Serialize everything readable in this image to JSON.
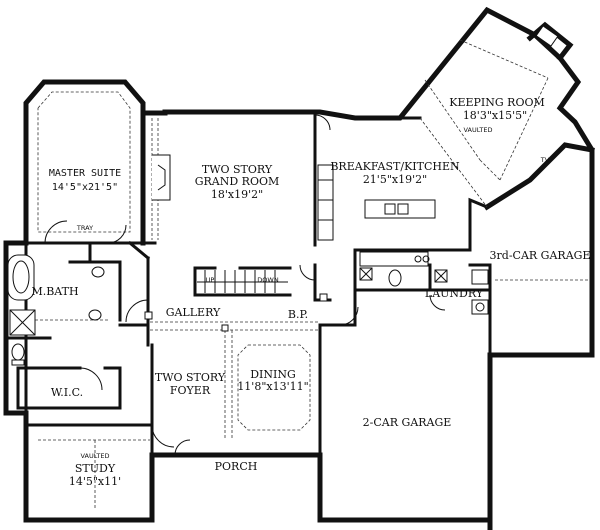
{
  "rooms": {
    "master_suite": {
      "name": "MASTER SUITE",
      "dims": "14'5\"x21'5\""
    },
    "tray": "TRAY",
    "grand_room": {
      "line1": "TWO STORY",
      "line2": "GRAND ROOM",
      "dims": "18'x19'2\""
    },
    "breakfast_kitchen": {
      "name": "BREAKFAST/KITCHEN",
      "dims": "21'5\"x19'2\""
    },
    "keeping_room": {
      "name": "KEEPING ROOM",
      "dims": "18'3\"x15'5\"",
      "note": "VAULTED"
    },
    "tv": "TV",
    "garage3": "3rd-CAR GARAGE",
    "master_bath": "M.BATH",
    "gallery": "GALLERY",
    "bp": "B.P.",
    "laundry": "LAUNDRY",
    "wic": "W.I.C.",
    "foyer": {
      "line1": "TWO STORY",
      "line2": "FOYER"
    },
    "dining": {
      "name": "DINING",
      "dims": "11'8\"x13'11\""
    },
    "garage2": "2-CAR GARAGE",
    "study": {
      "note": "VAULTED",
      "name": "STUDY",
      "dims": "14'5\"x11'"
    },
    "porch": "PORCH"
  },
  "stairs": {
    "up": "UP",
    "down": "DOWN"
  }
}
